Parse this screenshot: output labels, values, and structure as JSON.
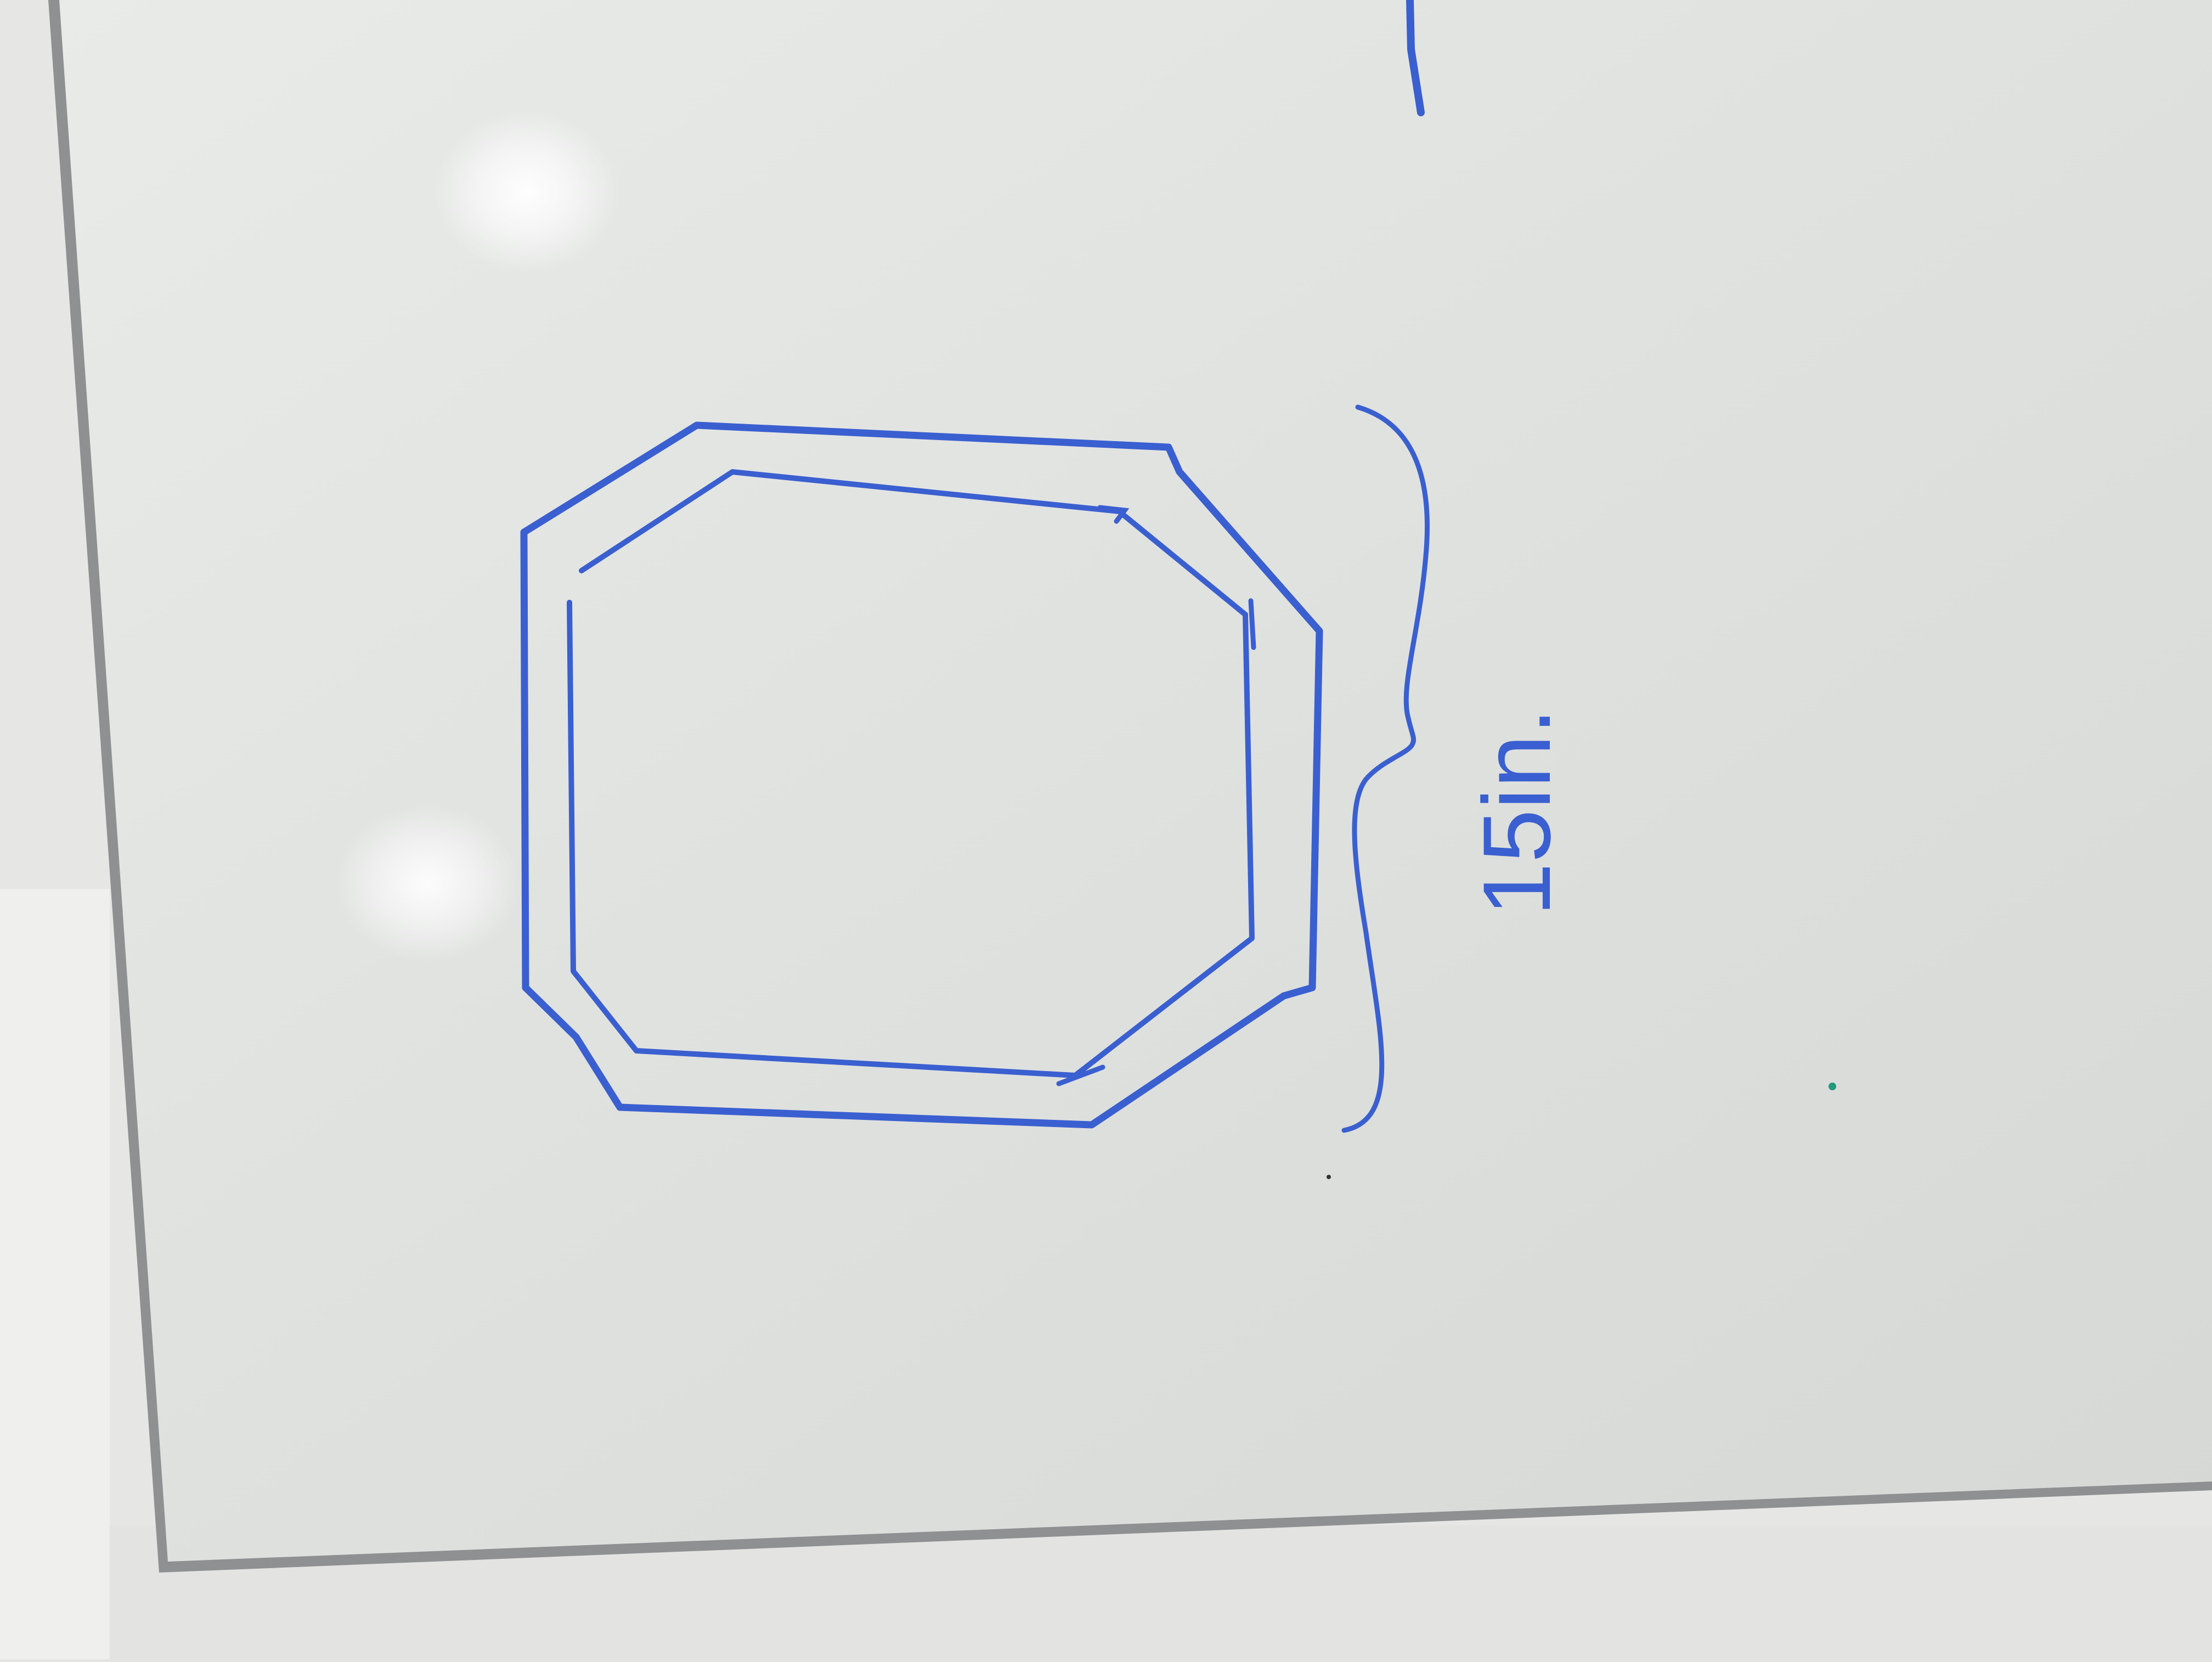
{
  "photo": {
    "subject": "whiteboard",
    "colors": {
      "wall": "#e6e7e5",
      "board": "#dfe1df",
      "board_highlight": "#f4f5f3",
      "frame": "#8e9092",
      "marker": "#3a5fd0"
    }
  },
  "drawing": {
    "shape": "octagon",
    "outline": "double",
    "bracket_side": "right",
    "dimension_label": "15in."
  }
}
